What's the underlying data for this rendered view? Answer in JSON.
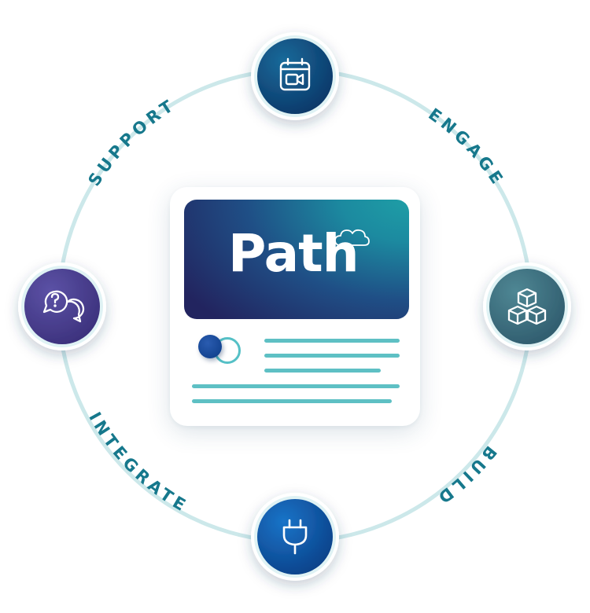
{
  "card": {
    "title": "Path"
  },
  "stages": [
    {
      "label": "SUPPORT",
      "icon": "speech-bubbles-question-icon"
    },
    {
      "label": "ENGAGE",
      "icon": "calendar-video-icon"
    },
    {
      "label": "BUILD",
      "icon": "blocks-icon"
    },
    {
      "label": "INTEGRATE",
      "icon": "plug-icon"
    }
  ],
  "colors": {
    "ring": "#cce8ea",
    "label": "#16788c",
    "engage_node": "#0c4a7a",
    "build_node": "#3c6f80",
    "integrate_node": "#0c55a6",
    "support_node": "#4a4592"
  }
}
